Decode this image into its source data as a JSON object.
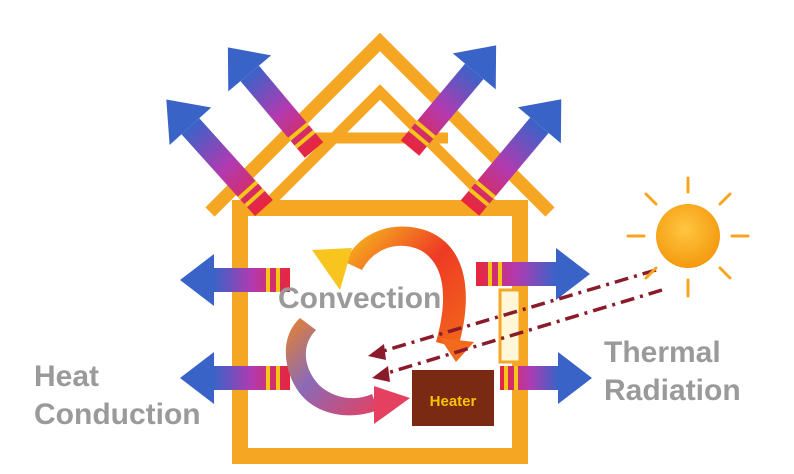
{
  "labels": {
    "convection": "Convection",
    "heat_conduction_line1": "Heat",
    "heat_conduction_line2": "Conduction",
    "thermal_radiation_line1": "Thermal",
    "thermal_radiation_line2": "Radiation",
    "heater": "Heater"
  },
  "colors": {
    "frame": "#f5a623",
    "arrow_hot": "#e9253a",
    "arrow_cool": "#3a63c8",
    "sun": "#f7a51c",
    "label_gray": "#9a9a9a",
    "heater_fill": "#7a2a12",
    "heater_text": "#f5c400",
    "radiation_ray": "#8b1a2a"
  },
  "icons": [
    "sun-icon",
    "heater-icon"
  ]
}
